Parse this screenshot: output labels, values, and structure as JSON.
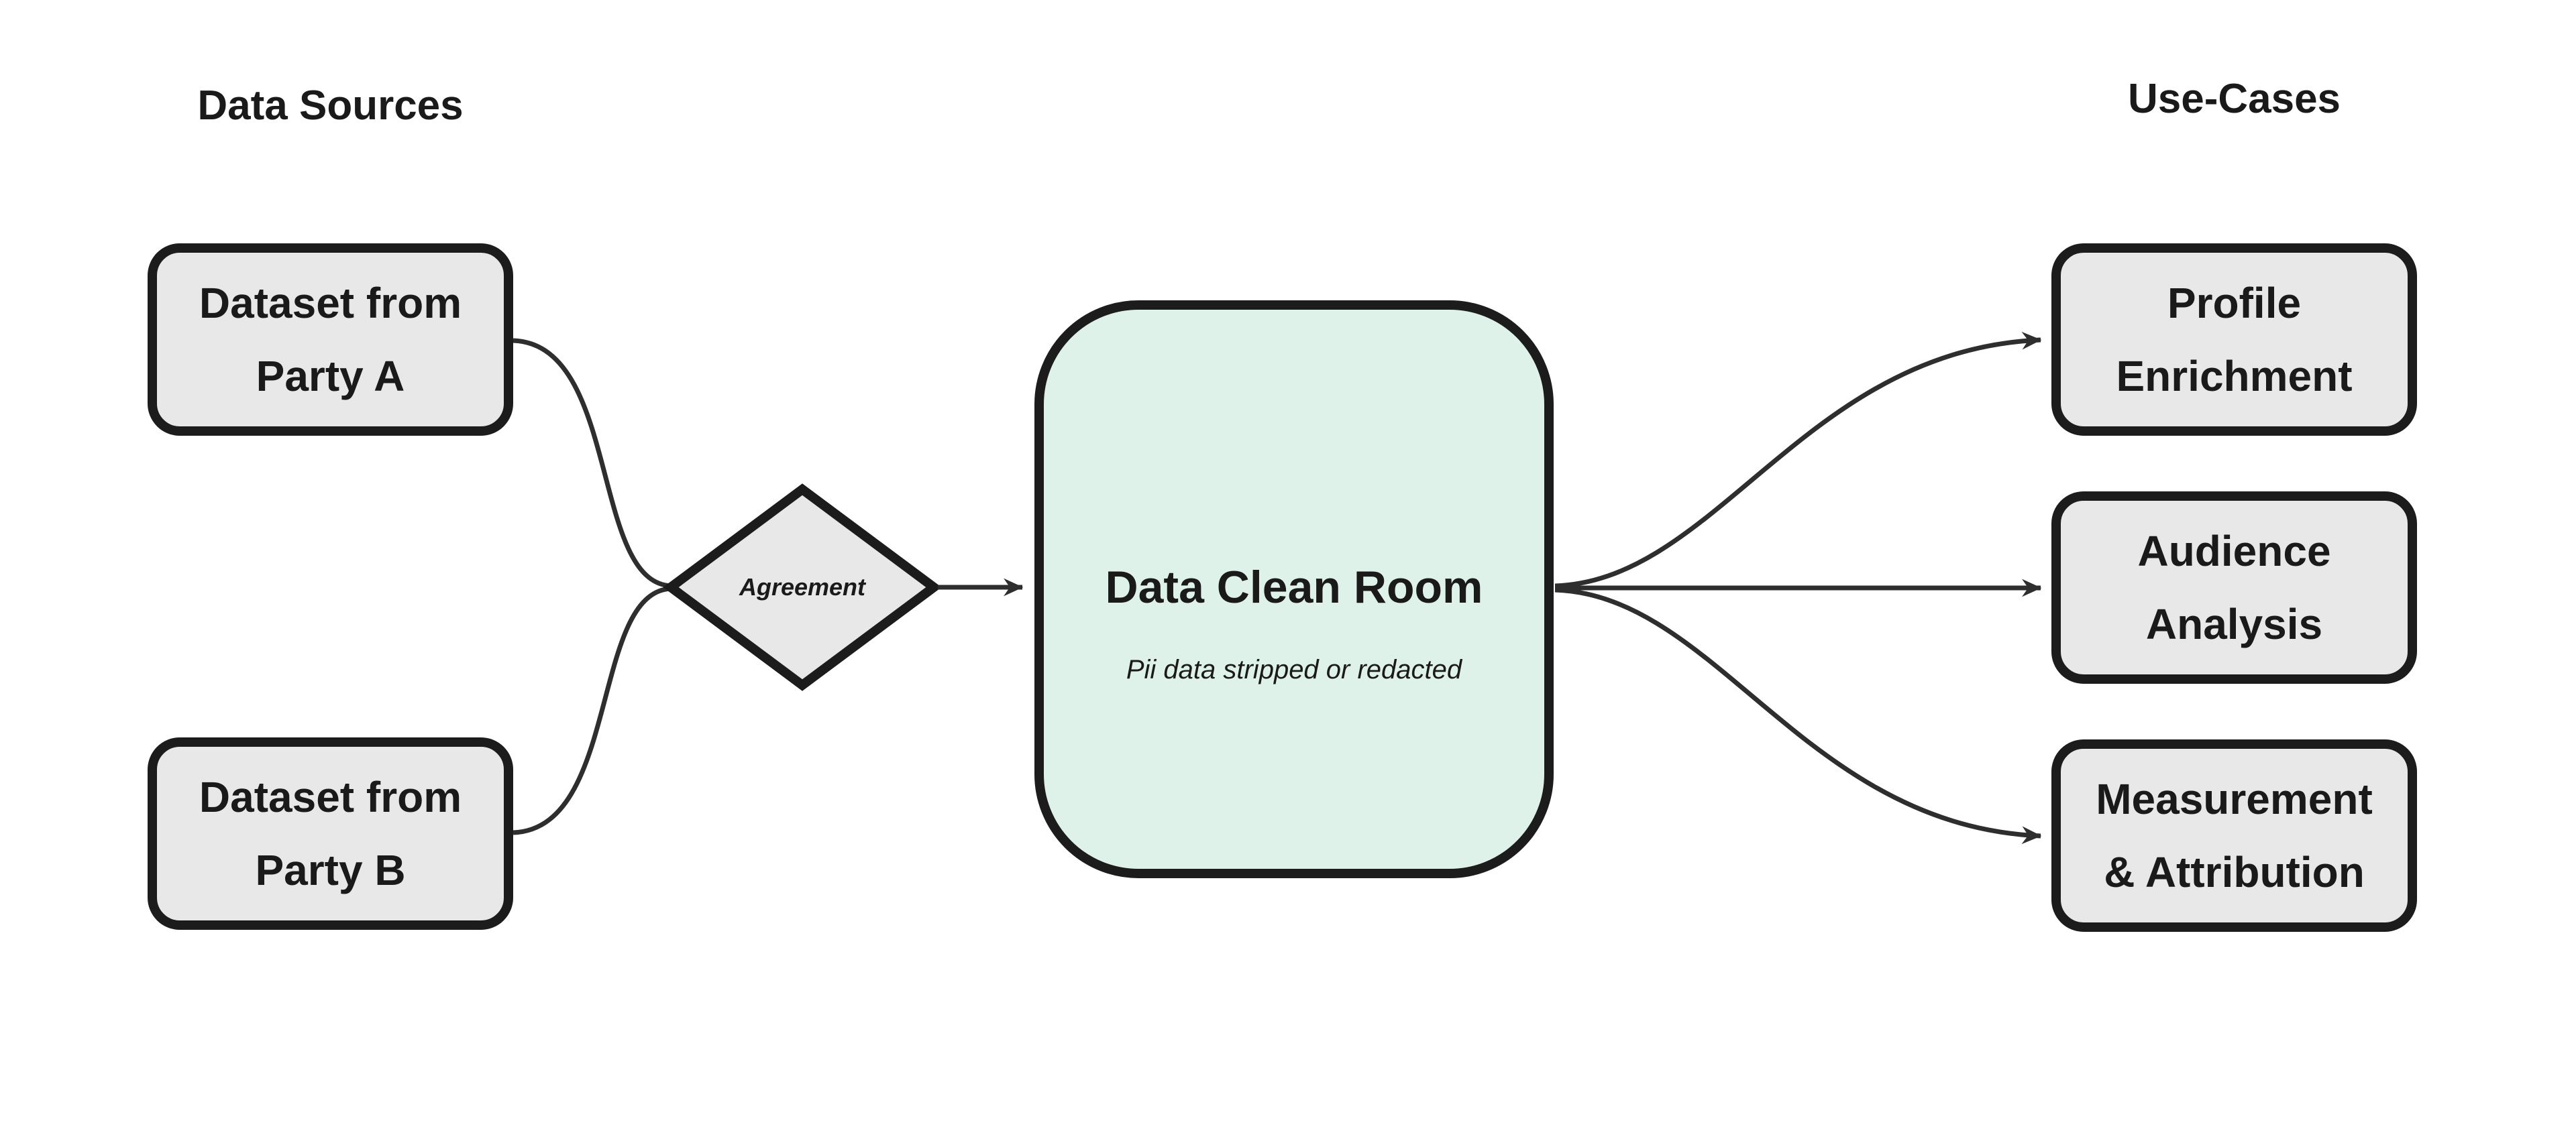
{
  "titles": {
    "left": "Data Sources",
    "right": "Use-Cases"
  },
  "sources": [
    {
      "label": "Dataset from\nParty A"
    },
    {
      "label": "Dataset from\nParty B"
    }
  ],
  "agreement": {
    "label": "Agreement"
  },
  "clean_room": {
    "title": "Data Clean Room",
    "subtitle": "Pii data stripped or redacted"
  },
  "use_cases": [
    {
      "label": "Profile\nEnrichment"
    },
    {
      "label": "Audience\nAnalysis"
    },
    {
      "label": "Measurement\n& Attribution"
    }
  ],
  "colors": {
    "background": "#ffffff",
    "node_fill": "#e8e8e8",
    "node_border": "#1c1c1c",
    "clean_room_fill": "#dff2ea",
    "connector": "#2e2e2e",
    "text": "#1a1a1a"
  }
}
